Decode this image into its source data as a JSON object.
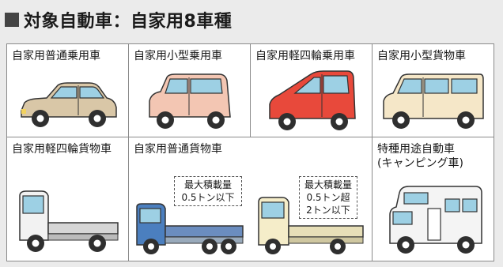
{
  "title": "対象自動車：自家用8車種",
  "cells": [
    {
      "label": "自家用普通乗用車",
      "color": "#d9c7a7"
    },
    {
      "label": "自家用小型乗用車",
      "color": "#f3c6b3"
    },
    {
      "label": "自家用軽四輪乗用車",
      "color": "#e8493b"
    },
    {
      "label": "自家用小型貨物車",
      "color": "#f5e7c8"
    },
    {
      "label": "自家用軽四輪貨物車",
      "color": "#f2f2f2"
    },
    {
      "label": "自家用普通貨物車",
      "trucks": [
        {
          "note": "最大積載量\n0.5トン以下",
          "color": "#4b7fbf"
        },
        {
          "note": "最大積載量\n0.5トン超\n2トン以下",
          "color": "#f5edc9"
        }
      ]
    },
    {
      "label": "特種用途自動車\n(キャンピング車)",
      "color": "#f4f4f4"
    }
  ],
  "colors": {
    "window": "#9dd0e4",
    "tire": "#2f2f2f",
    "outline": "#333333"
  }
}
